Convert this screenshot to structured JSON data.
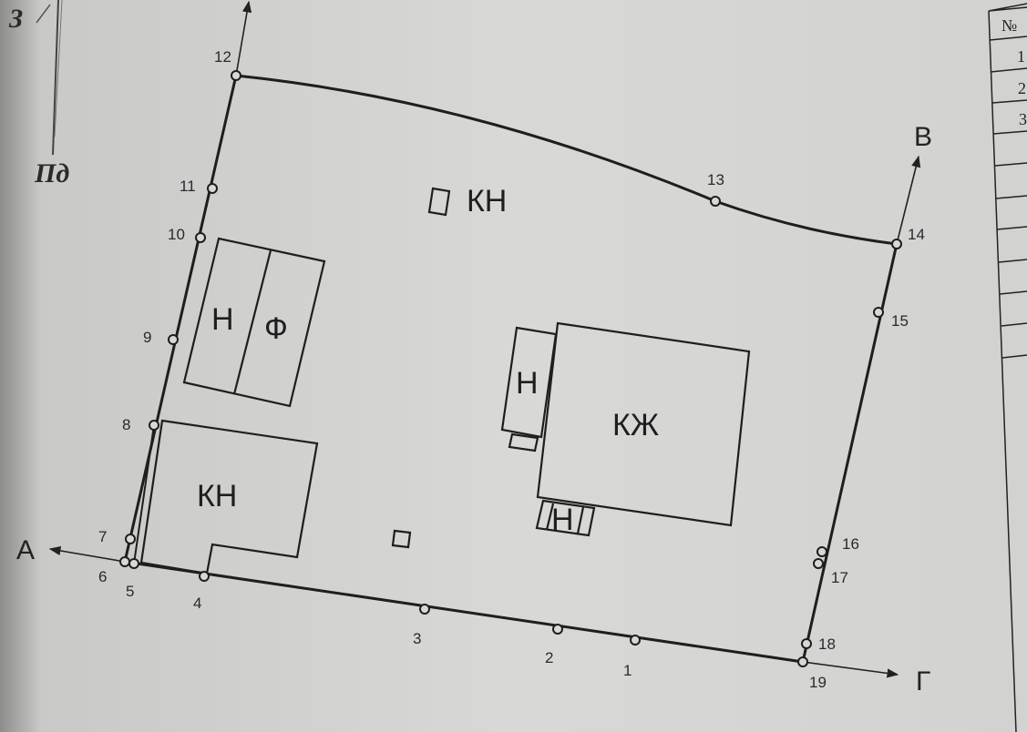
{
  "compass": {
    "west_label": "З",
    "direction_label": "Пд"
  },
  "directions": {
    "a": "А",
    "b": "В",
    "g": "Г"
  },
  "points": [
    "1",
    "2",
    "3",
    "4",
    "5",
    "6",
    "7",
    "8",
    "9",
    "10",
    "11",
    "12",
    "13",
    "14",
    "15",
    "16",
    "17",
    "18",
    "19"
  ],
  "buildings": {
    "kn_top": "КН",
    "n_left": "Н",
    "f": "Ф",
    "kn_bottom": "КН",
    "kzh": "КЖ",
    "n_annex_left": "Н",
    "n_annex_bottom": "Н"
  },
  "table": {
    "header": "№",
    "rows": [
      "1",
      "2",
      "3"
    ]
  }
}
